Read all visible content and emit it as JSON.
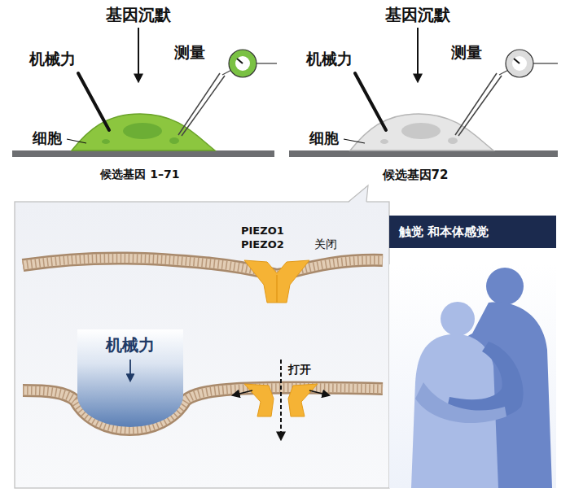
{
  "diagram": {
    "nodes": [
      {
        "text": [
          "触觉 和本体感觉"
        ]
      },
      {
        "text": [
          "机械力"
        ]
      }
    ],
    "labels": [
      "基因沉默",
      "机械力",
      "测量",
      "细胞",
      "候选基因 1–71",
      "基因沉默",
      "机械力",
      "测量",
      "细胞",
      "候选基因72",
      "PIEZO1",
      "PIEZO2",
      "关闭",
      "打开"
    ]
  }
}
